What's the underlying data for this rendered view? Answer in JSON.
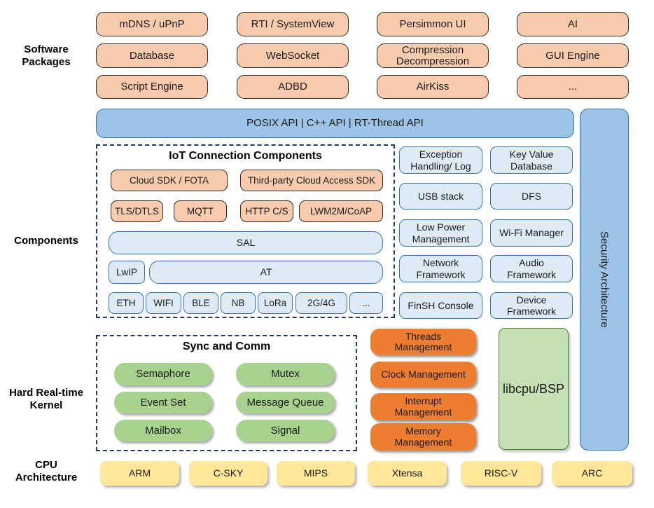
{
  "left_labels": {
    "software": "Software\nPackages",
    "components": "Components",
    "kernel": "Hard Real-time\nKernel",
    "cpu": "CPU\nArchitecture"
  },
  "software_packages": [
    "mDNS / uPnP",
    "RTI / SystemView",
    "Persimmon UI",
    "AI",
    "Database",
    "WebSocket",
    "Compression\nDecompression",
    "GUI Engine",
    "Script Engine",
    "ADBD",
    "AirKiss",
    "..."
  ],
  "api_bar": "POSIX API  |  C++ API  |  RT-Thread API",
  "security_bar": "Security Architecture",
  "iot": {
    "title": "IoT Connection Components",
    "cloud_sdk": "Cloud SDK / FOTA",
    "third_party": "Third-party Cloud Access SDK",
    "protocols": [
      "TLS/DTLS",
      "MQTT",
      "HTTP C/S",
      "LWM2M/CoAP"
    ],
    "sal": "SAL",
    "lwip": "LwIP",
    "at": "AT",
    "links": [
      "ETH",
      "WIFI",
      "BLE",
      "NB",
      "LoRa",
      "2G/4G",
      "..."
    ]
  },
  "service_components": [
    "Exception\nHandling/ Log",
    "Key Value\nDatabase",
    "USB stack",
    "DFS",
    "Low Power\nManagement",
    "Wi-Fi Manager",
    "Network\nFramework",
    "Audio\nFramework",
    "FinSH Console",
    "Device\nFramework"
  ],
  "kernel": {
    "sync_title": "Sync and Comm",
    "sync_items": [
      "Semaphore",
      "Mutex",
      "Event Set",
      "Message Queue",
      "Mailbox",
      "Signal"
    ],
    "management": [
      "Threads\nManagement",
      "Clock Management",
      "Interrupt\nManagement",
      "Memory\nManagement"
    ],
    "libcpu": "libcpu/BSP"
  },
  "cpu_architectures": [
    "ARM",
    "C-SKY",
    "MIPS",
    "Xtensa",
    "RISC-V",
    "ARC"
  ],
  "colors": {
    "package_fill": "#F8CBAD",
    "api_fill": "#9DC3E6",
    "api_border": "#2E75B6",
    "component_fill": "#DEEBF7",
    "component_border": "#2E75B6",
    "sync_fill": "#A9D18E",
    "management_fill": "#ED7D31",
    "libcpu_fill": "#C5E0B4",
    "libcpu_border": "#538135",
    "cpu_fill": "#FFE699",
    "dashed_border": "#1F3864"
  }
}
